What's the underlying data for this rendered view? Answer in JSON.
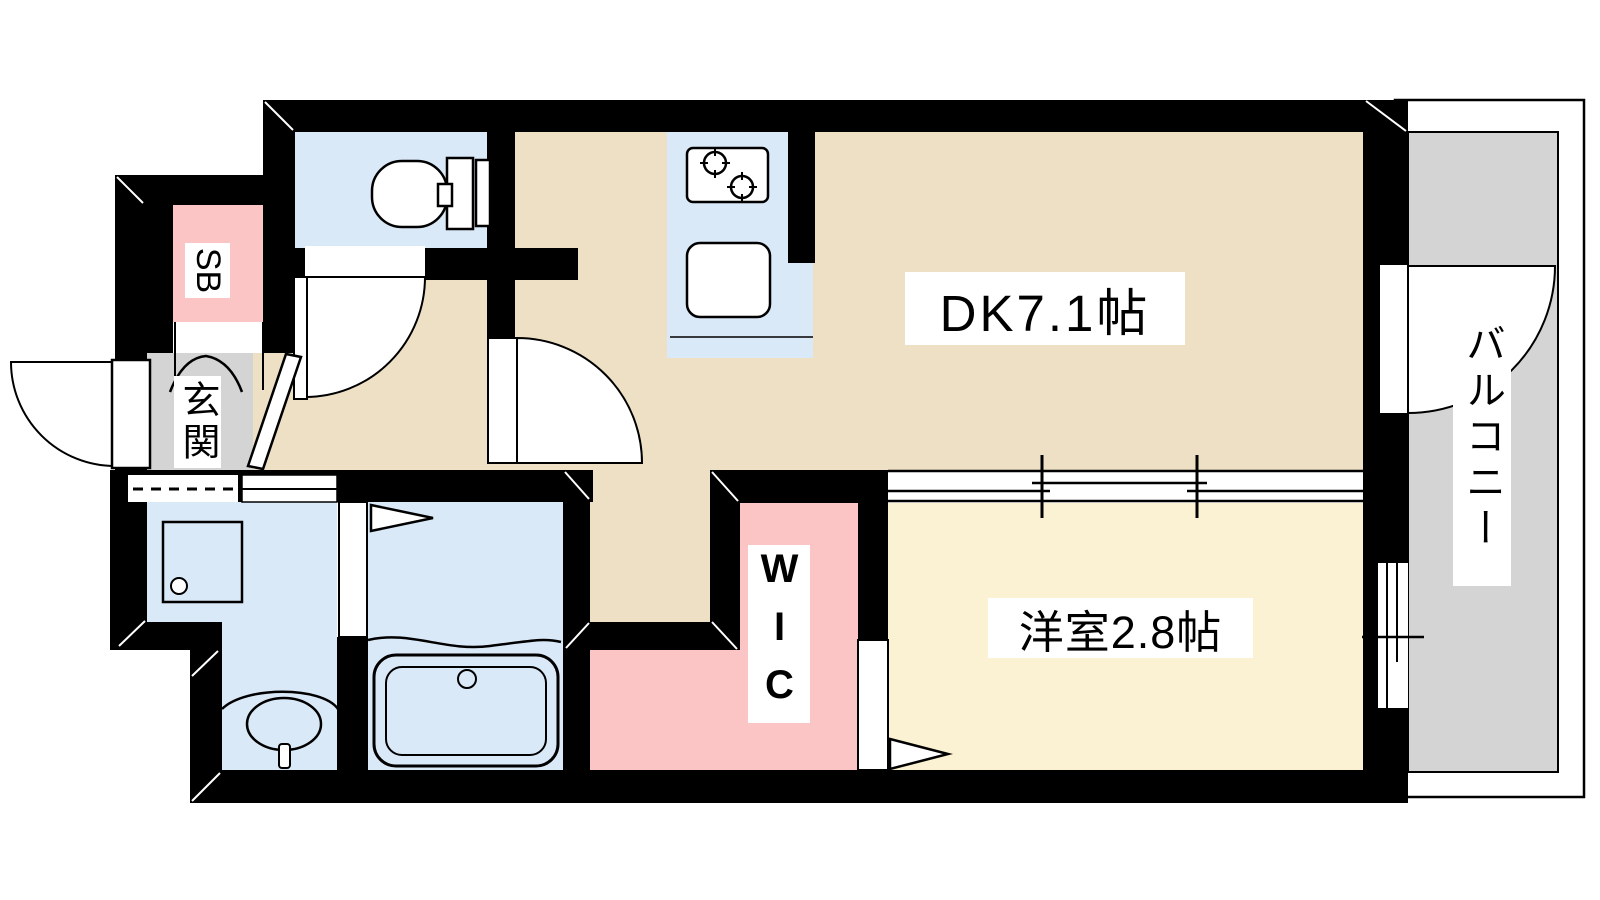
{
  "title": "1DK floor plan",
  "labels": {
    "dk": "DK7.1帖",
    "western_room": "洋室2.8帖",
    "wic": "WIC",
    "balcony": "バルコニー",
    "genkan": "玄関",
    "shoe_box": "SB"
  },
  "colors": {
    "wall": "#000000",
    "dk_floor": "#EDE0C5",
    "western_room_floor": "#FBF1D3",
    "wet_area_floor": "#DAE9F8",
    "storage_floor": "#FCC5C5",
    "entry_floor": "#D4D4D4",
    "balcony_floor": "#D4D4D4",
    "outline": "#000000",
    "background": "#FFFFFF"
  }
}
